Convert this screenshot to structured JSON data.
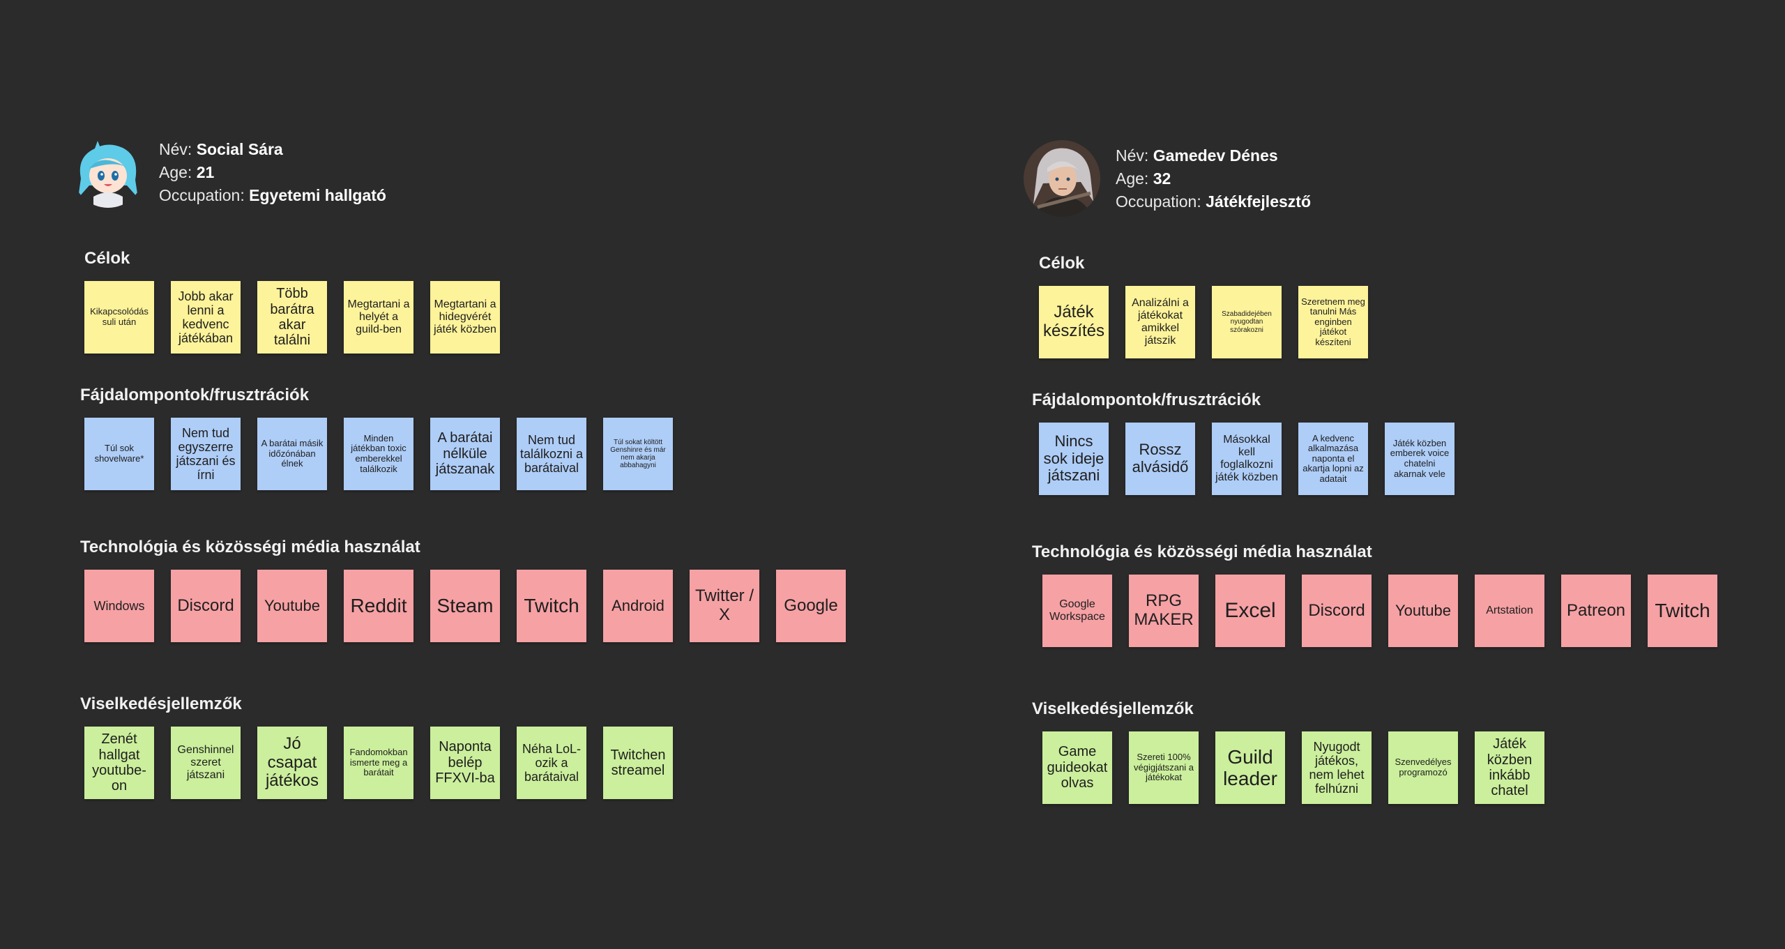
{
  "labels": {
    "name": "Név:",
    "age": "Age:",
    "occupation": "Occupation:"
  },
  "persona1": {
    "name": "Social Sára",
    "age": "21",
    "occupation": "Egyetemi hallgató",
    "sections": {
      "goals": {
        "title": "Célok",
        "notes": [
          "Kikapcsolódás suli után",
          "Jobb akar lenni a kedvenc játékában",
          "Több barátra akar találni",
          "Megtartani a helyét a guild-ben",
          "Megtartani a hidegvérét játék közben"
        ]
      },
      "pains": {
        "title": "Fájdalompontok/frusztrációk",
        "notes": [
          "Túl sok shovelware*",
          "Nem tud egyszerre játszani és írni",
          "A barátai másik időzónában élnek",
          "Minden játékban toxic emberekkel találkozik",
          "A barátai nélküle játszanak",
          "Nem tud találkozni a barátaival",
          "Túl sokat költött Genshinre és már nem akarja abbahagyni"
        ]
      },
      "tech": {
        "title": "Technológia és közösségi média használat",
        "notes": [
          "Windows",
          "Discord",
          "Youtube",
          "Reddit",
          "Steam",
          "Twitch",
          "Android",
          "Twitter / X",
          "Google"
        ]
      },
      "behavior": {
        "title": "Viselkedésjellemzők",
        "notes": [
          "Zenét hallgat youtube-on",
          "Genshinnel szeret játszani",
          "Jó csapat játékos",
          "Fandomokban ismerte meg a barátait",
          "Naponta belép FFXVI-ba",
          "Néha LoL-ozik a barátaival",
          "Twitchen streamel"
        ]
      }
    }
  },
  "persona2": {
    "name": "Gamedev Dénes",
    "age": "32",
    "occupation": "Játékfejlesztő",
    "sections": {
      "goals": {
        "title": "Célok",
        "notes": [
          "Játék készítés",
          "Analizálni a játékokat amikkel játszik",
          "Szabadidejében nyugodtan szórakozni",
          "Szeretnem meg tanulni Más enginben játékot készíteni"
        ]
      },
      "pains": {
        "title": "Fájdalompontok/frusztrációk",
        "notes": [
          "Nincs sok ideje játszani",
          "Rossz alvásidő",
          "Másokkal kell foglalkozni játék közben",
          "A kedvenc alkalmazása naponta el akartja lopni az adatait",
          "Játék közben emberek voice chatelni akarnak vele"
        ]
      },
      "tech": {
        "title": "Technológia és közösségi média használat",
        "notes": [
          "Google Workspace",
          "RPG MAKER",
          "Excel",
          "Discord",
          "Youtube",
          "Artstation",
          "Patreon",
          "Twitch"
        ]
      },
      "behavior": {
        "title": "Viselkedésjellemzők",
        "notes": [
          "Game guideokat olvas",
          "Szereti 100% végigjátszani a játékokat",
          "Guild leader",
          "Nyugodt játékos, nem lehet felhúzni",
          "Szenvedélyes programozó",
          "Játék közben inkább chatel"
        ]
      }
    }
  }
}
